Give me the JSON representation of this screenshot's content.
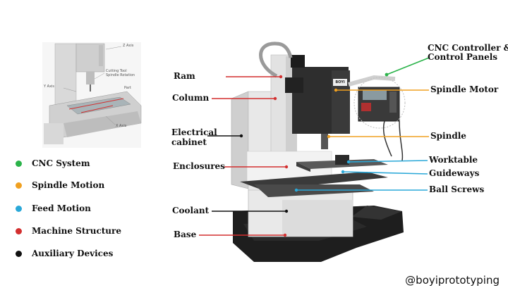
{
  "colors": {
    "machine_structure": "#d32f2f",
    "spindle_motion": "#f0a020",
    "feed_motion": "#2aa8d8",
    "cnc_system": "#2bb34a",
    "auxiliary": "#111111"
  },
  "legend": [
    {
      "label": "CNC System",
      "color": "#2bb34a"
    },
    {
      "label": "Spindle Motion",
      "color": "#f0a020"
    },
    {
      "label": "Feed Motion",
      "color": "#2aa8d8"
    },
    {
      "label": "Machine Structure",
      "color": "#d32f2f"
    },
    {
      "label": "Auxiliary Devices",
      "color": "#111111"
    }
  ],
  "labels": {
    "ram": "Ram",
    "column": "Column",
    "electrical_cabinet_1": "Electrical",
    "electrical_cabinet_2": "cabinet",
    "enclosures": "Enclosures",
    "coolant": "Coolant",
    "base": "Base",
    "cnc_controller_1": "CNC Controller &",
    "cnc_controller_2": "Control Panels",
    "spindle_motor": "Spindle Motor",
    "spindle": "Spindle",
    "worktable": "Worktable",
    "guideways": "Guideways",
    "ball_screws": "Ball Screws"
  },
  "thumbnail_labels": {
    "z_axis": "Z Axis",
    "cutting_tool": "Cutting Tool",
    "spindle_rotation": "Spindle Rotation",
    "part": "Part",
    "y_axis": "Y Axis",
    "x_axis": "X Axis"
  },
  "head_badge": "BOYI",
  "watermark": "@boyiprototyping"
}
